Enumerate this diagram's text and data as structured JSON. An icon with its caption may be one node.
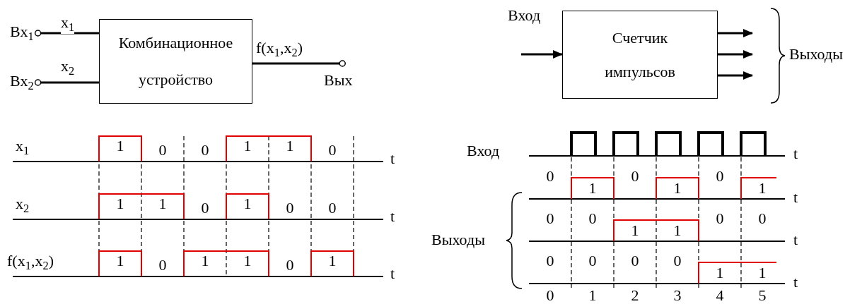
{
  "diagram": {
    "nodes": [
      {
        "text": [
          "Комбинационное устройство"
        ]
      },
      {
        "text": [
          "Вх$_{1}$"
        ]
      },
      {
        "text": [
          "Вх$_{2}$"
        ]
      },
      {
        "text": [
          "Вых"
        ]
      },
      {
        "text": [
          "Счетчик импульсов"
        ]
      }
    ],
    "edges": [
      {
        "from": 1,
        "to": 0,
        "arrow": "other",
        "label": "x$_{1}$"
      },
      {
        "from": 2,
        "to": 0,
        "arrow": "other",
        "label": "x$_{2}$"
      },
      {
        "from": 0,
        "to": 3,
        "arrow": "other",
        "label": "f(x$_{1}$,x$_{2}$)"
      },
      {
        "from": null,
        "to": 4,
        "arrow": "to",
        "label": "Вход"
      },
      {
        "from": 4,
        "to": null,
        "arrow": "to"
      },
      {
        "from": 4,
        "to": null,
        "arrow": "to"
      },
      {
        "from": 4,
        "to": null,
        "arrow": "to"
      }
    ],
    "labels": [
      "Выходы",
      "x$_{1}$",
      "1",
      "0",
      "0",
      "1",
      "1",
      "0",
      "t",
      "x$_{2}$",
      "1",
      "1",
      "0",
      "1",
      "0",
      "0",
      "t",
      "f(x$_{1}$,x$_{2}$)",
      "1",
      "0",
      "1",
      "1",
      "0",
      "1",
      "t",
      "Вход",
      "t",
      "0",
      "1",
      "0",
      "1",
      "0",
      "1",
      "t",
      "Выходы",
      "0",
      "0",
      "1",
      "1",
      "0",
      "0",
      "t",
      "0",
      "0",
      "0",
      "0",
      "1",
      "1",
      "t",
      "0",
      "1",
      "2",
      "3",
      "4",
      "5"
    ]
  }
}
